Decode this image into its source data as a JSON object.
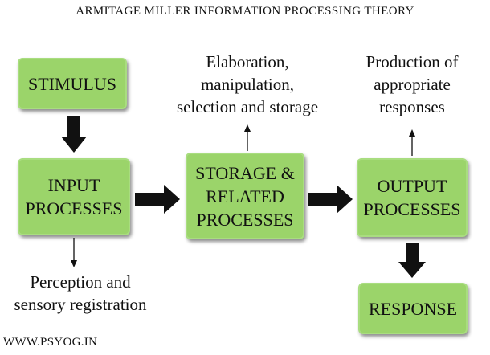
{
  "title": "ARMITAGE MILLER INFORMATION PROCESSING THEORY",
  "boxes": {
    "stimulus": "STIMULUS",
    "input": "INPUT\nPROCESSES",
    "storage": "STORAGE &\nRELATED\nPROCESSES",
    "output": "OUTPUT\nPROCESSES",
    "response": "RESPONSE"
  },
  "notes": {
    "perception": "Perception and\nsensory registration",
    "elaboration": "Elaboration,\nmanipulation,\nselection and storage",
    "production": "Production of\nappropriate\nresponses"
  },
  "footer": "WWW.PSYOG.IN",
  "colors": {
    "box_fill": "#9bd46a",
    "arrow": "#111111"
  }
}
